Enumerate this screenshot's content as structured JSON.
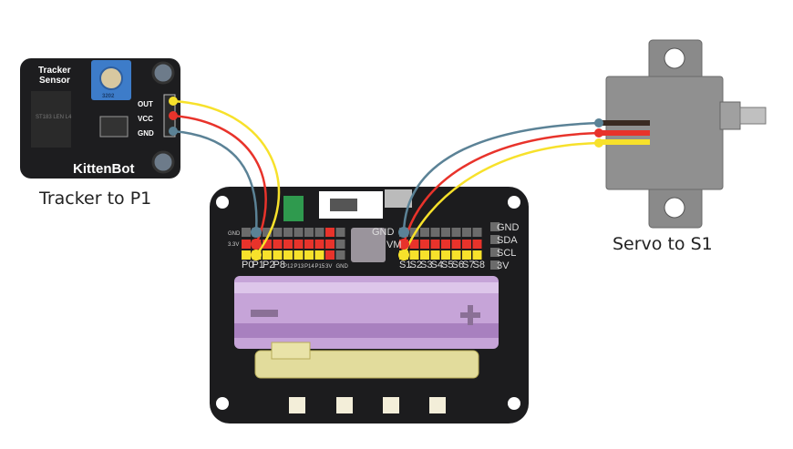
{
  "captions": {
    "tracker": "Tracker to P1",
    "servo": "Servo to S1"
  },
  "sensor": {
    "title_line1": "Tracker",
    "title_line2": "Sensor",
    "brand": "KittenBot",
    "pot_label": "3202",
    "chip_label": "ST183 LEN L4",
    "pins": [
      "OUT",
      "VCC",
      "GND"
    ]
  },
  "board": {
    "left_header_labels": [
      "P0",
      "P1",
      "P2",
      "P8",
      "P12",
      "P13",
      "P14",
      "P15",
      "3V",
      "GND"
    ],
    "right_header_labels": [
      "S1",
      "S2",
      "S3",
      "S4",
      "S5",
      "S6",
      "S7",
      "S8"
    ],
    "right_power_labels": [
      "GND",
      "VM"
    ],
    "side_labels": [
      "GND",
      "SDA",
      "SCL",
      "3V"
    ],
    "row_labels": [
      "GND",
      "3.3V"
    ]
  },
  "wire_colors": {
    "signal": "#f7e12b",
    "power": "#e8332b",
    "ground": "#5b8296"
  }
}
